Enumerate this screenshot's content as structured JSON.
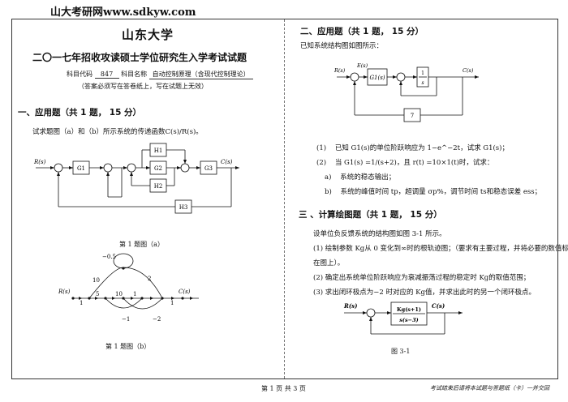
{
  "watermark": "山大考研网www.sdkyw.com",
  "left": {
    "school": "山东大学",
    "exam_title": "二〇一七年招收攻读硕士学位研究生入学考试试题",
    "code_label": "科目代码",
    "code_value": "847",
    "name_label": "科目名称",
    "name_value": "自动控制原理（含现代控制理论）",
    "notice": "（答案必须写在答卷纸上，写在试题上无效）",
    "section1": "一、应用题（共 1 题， 15 分）",
    "q1_text": "试求题图（a）和（b）所示系统的传递函数C(s)/R(s)。",
    "fig_a": {
      "caption": "第 1 题图（a）",
      "blocks": {
        "g1": "G1",
        "g2": "G2",
        "g3": "G3",
        "h1": "H1",
        "h2": "H2",
        "h3": "H3"
      },
      "input": "R(s)",
      "output": "C(s)"
    },
    "fig_b": {
      "caption": "第 1 题图（b）",
      "input": "R(s)",
      "output": "C(s)",
      "gains": {
        "in": "1",
        "a": "5",
        "b": "10",
        "c": "1",
        "top": "10",
        "loop": "−0.5",
        "right": "2",
        "fb1": "−1",
        "fb2": "−2",
        "out": "1"
      }
    }
  },
  "right": {
    "section2": "二、应用题（共 1 题， 15 分）",
    "q2_text": "已知系统结构图如图所示：",
    "fig2": {
      "input": "R(s)",
      "error": "E(s)",
      "output": "C(s)",
      "g1": "G1(s)",
      "int_num": "1",
      "int_den": "s",
      "fb": "7"
    },
    "q2_items": [
      {
        "num": "(1)",
        "text": "已知 G1(s)的单位阶跃响应为 1−e^−2t，试求 G1(s)；"
      },
      {
        "num": "(2)",
        "text": "当 G1(s) =1/(s+2)，且 r(t) =10×1(t)时，试求："
      },
      {
        "num": "a)",
        "text": "系统的稳态输出；"
      },
      {
        "num": "b)",
        "text": "系统的峰值时间 tp，超调量 σp%，调节时间 ts和稳态误差 ess；"
      }
    ],
    "section3": "三 、计算绘图题（共 1 题， 15 分）",
    "q3_intro": "设单位负反馈系统的结构图如图 3-1 所示。",
    "q3_items": [
      {
        "num": "(1)",
        "text": "绘制参数 Kg从 0 变化到∞时的根轨迹图；（要求有主要过程，并将必要的数值标"
      },
      {
        "num": "",
        "text": "在图上）。"
      },
      {
        "num": "(2)",
        "text": "确定出系统单位阶跃响应为衰减振荡过程的稳定时 Kg的取值范围；"
      },
      {
        "num": "(3)",
        "text": "求出闭环极点为−2 时对应的 Kg值，并求出此时的另一个闭环极点。"
      }
    ],
    "fig3": {
      "caption": "图 3-1",
      "input": "R(s)",
      "output": "C(s)",
      "num": "Kg(s+1)",
      "den": "s(s−3)"
    }
  },
  "footer": {
    "page": "第 1 页 共 3 页",
    "note": "考试结束后请将本试题与答题纸（卡）一并交回"
  }
}
